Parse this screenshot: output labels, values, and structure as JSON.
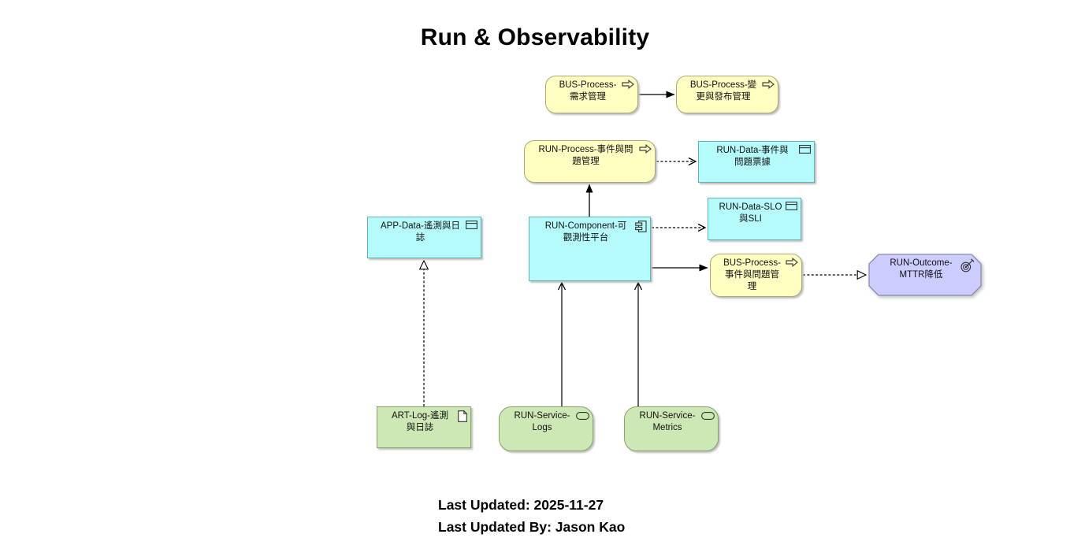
{
  "title": "Run & Observability",
  "footer": {
    "last_updated": "Last Updated: 2025-11-27",
    "last_updated_by": "Last Updated By: Jason Kao"
  },
  "palette": {
    "business_fill": "#FFFFC2",
    "business_border": "#ABAB77",
    "application_fill": "#B6FBFB",
    "application_border": "#5FB4B4",
    "technology_fill": "#CDE8B5",
    "technology_border": "#84A666",
    "motivation_fill": "#CCCCFF",
    "motivation_border": "#8C8CB0",
    "edge_color": "#000000"
  },
  "nodes": {
    "bus_demand": {
      "label": "BUS-Process-\n需求管理",
      "type": "business-process",
      "icon": "process-arrow-icon"
    },
    "bus_change": {
      "label": "BUS-Process-變\n更與發布管理",
      "type": "business-process",
      "icon": "process-arrow-icon"
    },
    "run_process": {
      "label": "RUN-Process-事件與問\n題管理",
      "type": "business-process",
      "icon": "process-arrow-icon"
    },
    "run_data_ticket": {
      "label": "RUN-Data-事件與\n問題票據",
      "type": "data-object",
      "icon": "data-object-icon"
    },
    "app_data": {
      "label": "APP-Data-遙測與日\n誌",
      "type": "data-object",
      "icon": "data-object-icon"
    },
    "run_component": {
      "label": "RUN-Component-可\n觀測性平台",
      "type": "application-component",
      "icon": "component-icon"
    },
    "run_data_slo": {
      "label": "RUN-Data-SLO\n與SLI",
      "type": "data-object",
      "icon": "data-object-icon"
    },
    "bus_incident": {
      "label": "BUS-Process-\n事件與問題管\n理",
      "type": "business-process",
      "icon": "process-arrow-icon"
    },
    "run_outcome": {
      "label": "RUN-Outcome-\nMTTR降低",
      "type": "outcome",
      "icon": "outcome-target-icon"
    },
    "art_log": {
      "label": "ART-Log-遙測\n與日誌",
      "type": "artifact",
      "icon": "artifact-icon"
    },
    "svc_logs": {
      "label": "RUN-Service-\nLogs",
      "type": "technology-service",
      "icon": "service-icon"
    },
    "svc_metrics": {
      "label": "RUN-Service-\nMetrics",
      "type": "technology-service",
      "icon": "service-icon"
    }
  },
  "edges": [
    {
      "from": "bus_demand",
      "to": "bus_change",
      "line": "solid",
      "head": "filled-triangle"
    },
    {
      "from": "run_process",
      "to": "run_data_ticket",
      "line": "dashed",
      "head": "open-arrow"
    },
    {
      "from": "run_component",
      "to": "run_process",
      "line": "solid",
      "head": "filled-triangle"
    },
    {
      "from": "run_component",
      "to": "run_data_slo",
      "line": "dashed",
      "head": "open-arrow"
    },
    {
      "from": "run_component",
      "to": "bus_incident",
      "line": "solid",
      "head": "filled-triangle"
    },
    {
      "from": "bus_incident",
      "to": "run_outcome",
      "line": "dashed",
      "head": "hollow-triangle"
    },
    {
      "from": "art_log",
      "to": "app_data",
      "line": "dashed",
      "head": "hollow-triangle"
    },
    {
      "from": "svc_logs",
      "to": "run_component",
      "line": "solid",
      "head": "open-arrow"
    },
    {
      "from": "svc_metrics",
      "to": "run_component",
      "line": "solid",
      "head": "open-arrow"
    }
  ]
}
